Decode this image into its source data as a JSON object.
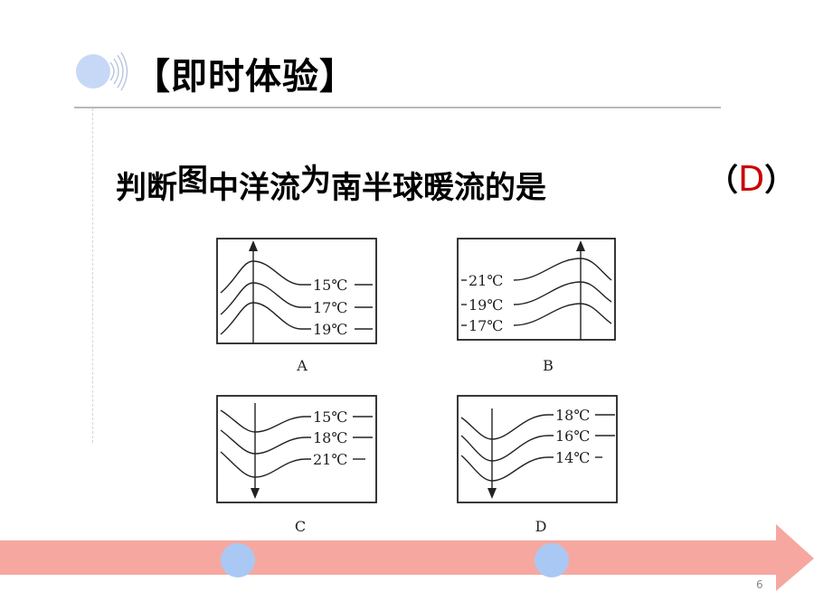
{
  "slide": {
    "title": "【即时体验】",
    "question_segments": [
      "判断",
      "图",
      "中洋流",
      "为",
      "南半球暖流的是"
    ],
    "answer": "D",
    "paren_open": "（",
    "paren_close": "）",
    "page_number": "6"
  },
  "figure": {
    "panels": [
      {
        "label": "A",
        "arrow": "up",
        "isotherms": [
          "15℃",
          "17℃",
          "19℃"
        ]
      },
      {
        "label": "B",
        "arrow": "up",
        "isotherms": [
          "21℃",
          "19℃",
          "17℃"
        ]
      },
      {
        "label": "C",
        "arrow": "down",
        "isotherms": [
          "15℃",
          "18℃",
          "21℃"
        ]
      },
      {
        "label": "D",
        "arrow": "down",
        "isotherms": [
          "18℃",
          "16℃",
          "14℃"
        ]
      }
    ]
  },
  "colors": {
    "timeline_bar": "#f6a8a0",
    "timeline_dot": "#aac8f4",
    "bullet": "#c7d8f7",
    "answer": "#cc0000"
  }
}
